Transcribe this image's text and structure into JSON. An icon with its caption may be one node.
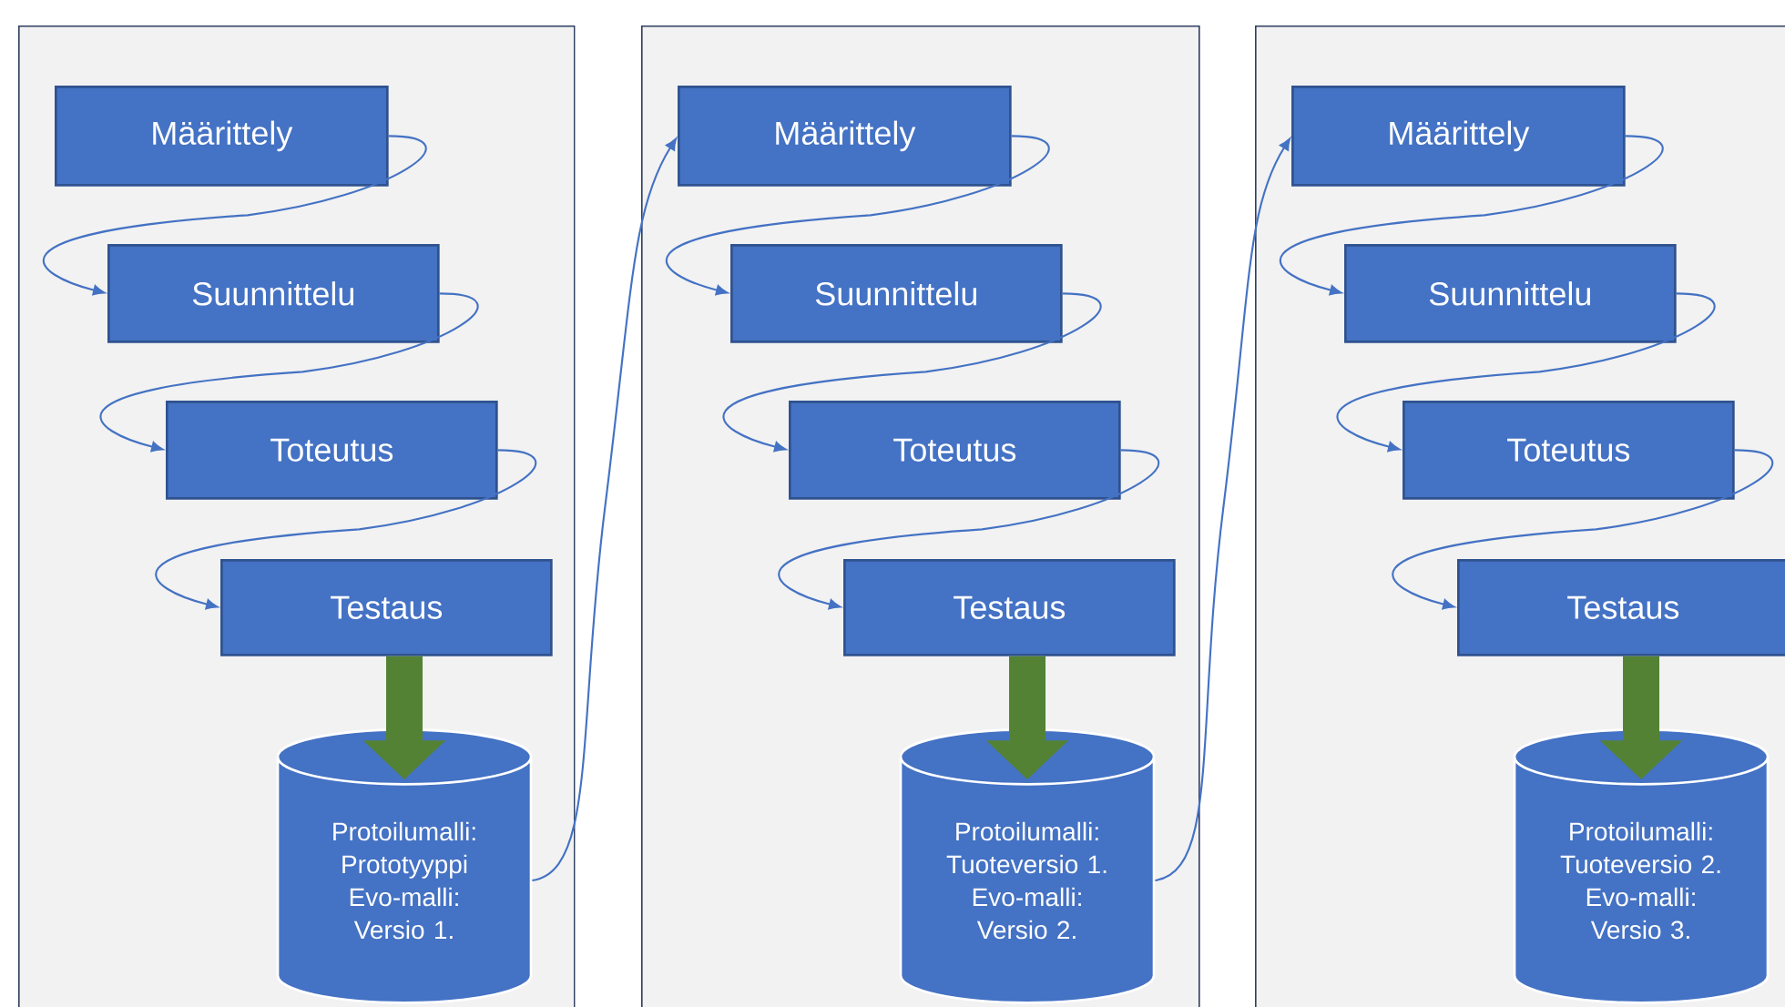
{
  "diagram": {
    "nodes": [
      {
        "text": [],
        "shape": "box"
      },
      {
        "text": [
          "Määrittely"
        ],
        "in": 0
      },
      {
        "text": [
          "Suunnittelu"
        ],
        "in": 0
      },
      {
        "text": [
          "Toteutus"
        ],
        "in": 0
      },
      {
        "text": [
          "Testaus"
        ],
        "in": 0
      },
      {
        "text": [
          "Protoilumalli: Prototyyppi",
          "Evo-malli: Versio 1."
        ],
        "in": 0
      },
      {
        "text": [],
        "shape": "box"
      },
      {
        "text": [
          "Määrittely"
        ],
        "in": 6
      },
      {
        "text": [
          "Suunnittelu"
        ],
        "in": 6
      },
      {
        "text": [
          "Toteutus"
        ],
        "in": 6
      },
      {
        "text": [
          "Testaus"
        ],
        "in": 6
      },
      {
        "text": [
          "Protoilumalli: Tuoteversio 1.",
          "Evo-malli: Versio 2."
        ],
        "in": 6
      },
      {
        "text": [],
        "shape": "box"
      },
      {
        "text": [
          "Määrittely"
        ],
        "in": 12
      },
      {
        "text": [
          "Suunnittelu"
        ],
        "in": 12
      },
      {
        "text": [
          "Toteutus"
        ],
        "in": 12
      },
      {
        "text": [
          "Testaus"
        ],
        "in": 12
      },
      {
        "text": [
          "Protoilumalli: Tuoteversio 2.",
          "Evo-malli: Versio 3."
        ],
        "in": 12
      }
    ],
    "edges": [
      {
        "from": 1,
        "to": 2,
        "arrow": "to"
      },
      {
        "from": 2,
        "to": 3,
        "arrow": "to"
      },
      {
        "from": 3,
        "to": 4,
        "arrow": "to"
      },
      {
        "from": 4,
        "to": 5,
        "arrow": "to",
        "style": "thick",
        "color": "#548235"
      },
      {
        "from": 5,
        "to": 7,
        "arrow": "to"
      },
      {
        "from": 7,
        "to": 8,
        "arrow": "to"
      },
      {
        "from": 8,
        "to": 9,
        "arrow": "to"
      },
      {
        "from": 9,
        "to": 10,
        "arrow": "to"
      },
      {
        "from": 10,
        "to": 11,
        "arrow": "to",
        "style": "thick",
        "color": "#548235"
      },
      {
        "from": 11,
        "to": 13,
        "arrow": "to"
      },
      {
        "from": 13,
        "to": 14,
        "arrow": "to"
      },
      {
        "from": 14,
        "to": 15,
        "arrow": "to"
      },
      {
        "from": 15,
        "to": 16,
        "arrow": "to"
      },
      {
        "from": 16,
        "to": 17,
        "arrow": "to",
        "style": "thick",
        "color": "#548235"
      }
    ]
  }
}
